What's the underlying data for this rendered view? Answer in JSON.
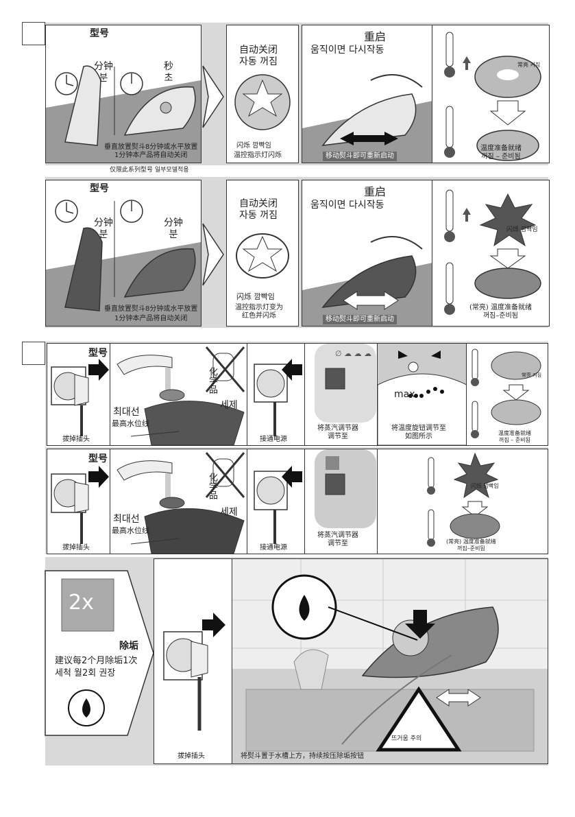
{
  "section1": {
    "row1": {
      "model": "型号",
      "min_label": "分钟\n분",
      "sec_label": "秒\n초",
      "caption1": "垂直放置熨斗8分钟或水平放置",
      "caption2": "1分钟本产品将自动关闭",
      "auto_off": "自动关闭\n자동 꺼짐",
      "blink": "闪烁 깜빡임",
      "blink_desc": "温控指示灯闪烁",
      "restart_title": "重启",
      "restart_kr": "움직이면 다시작동",
      "move_caption": "移动熨斗即可重新启动",
      "always_on": "常亮 켜짐",
      "temp_ready": "温度准备就绪\n꺼짐 – 준비됨",
      "footnote": "仅限此系列型号 일부모델적용"
    },
    "row2": {
      "model": "型号",
      "min_label": "分钟\n분",
      "min_label2": "分钟\n분",
      "caption1": "垂直放置熨斗8分钟或水平放置",
      "caption2": "1分钟本产品将自动关闭",
      "auto_off": "自动关闭\n자동 꺼짐",
      "blink": "闪烁 깜빡임",
      "blink_desc": "温控指示灯变为\n红色并闪烁",
      "restart_title": "重启",
      "restart_kr": "움직이면 다시작동",
      "move_caption": "移动熨斗即可重新启动",
      "blink_small": "闪烁 깜빡임",
      "temp_ready": "(常亮) 温度准备就绪\n꺼짐–준비됨"
    }
  },
  "section2": {
    "row1": {
      "model": "型号",
      "unplug": "拔掉插头",
      "max_line_kr": "최대선",
      "max_line_cn": "最高水位线",
      "chem_cn": "化学品",
      "chem_kr": "세제",
      "plug_in": "接通电源",
      "steam_set": "将蒸汽调节器\n调节至",
      "temp_set": "将温度旋钮调节至\n如图所示",
      "max": "max",
      "always_on": "常亮 켜짐",
      "temp_ready": "温度准备就绪\n꺼짐 – 준비됨"
    },
    "row2": {
      "model": "型号",
      "unplug": "拔掉插头",
      "max_line_kr": "최대선",
      "max_line_cn": "最高水位线",
      "chem_cn": "化学品",
      "chem_kr": "세제",
      "plug_in": "接通电源",
      "steam_set": "将蒸汽调节器\n调节至",
      "blink_small": "闪烁 깜빡임",
      "temp_ready": "(常亮) 温度准备就绪\n꺼짐–준비됨"
    },
    "descale": {
      "times": "2x",
      "title": "除垢",
      "cn": "建议每2个月除垢1次",
      "kr": "세척 월2회 권장",
      "unplug": "拔掉插头",
      "instruction": "将熨斗置于水槽上方，持续按压除垢按钮",
      "hot_warning": "뜨거움 주의"
    }
  },
  "colors": {
    "band": "#d9d9d9",
    "dark": "#333333",
    "label_bg": "#6a6a6a"
  }
}
